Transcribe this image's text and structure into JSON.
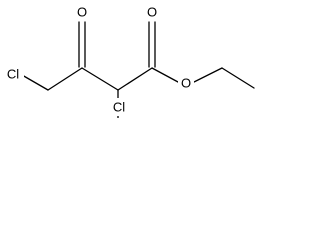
{
  "atoms": {
    "cl_left": "Cl",
    "o_ketone": "O",
    "o_ester_carbonyl": "O",
    "cl_bottom": "Cl",
    "o_ester": "O"
  }
}
